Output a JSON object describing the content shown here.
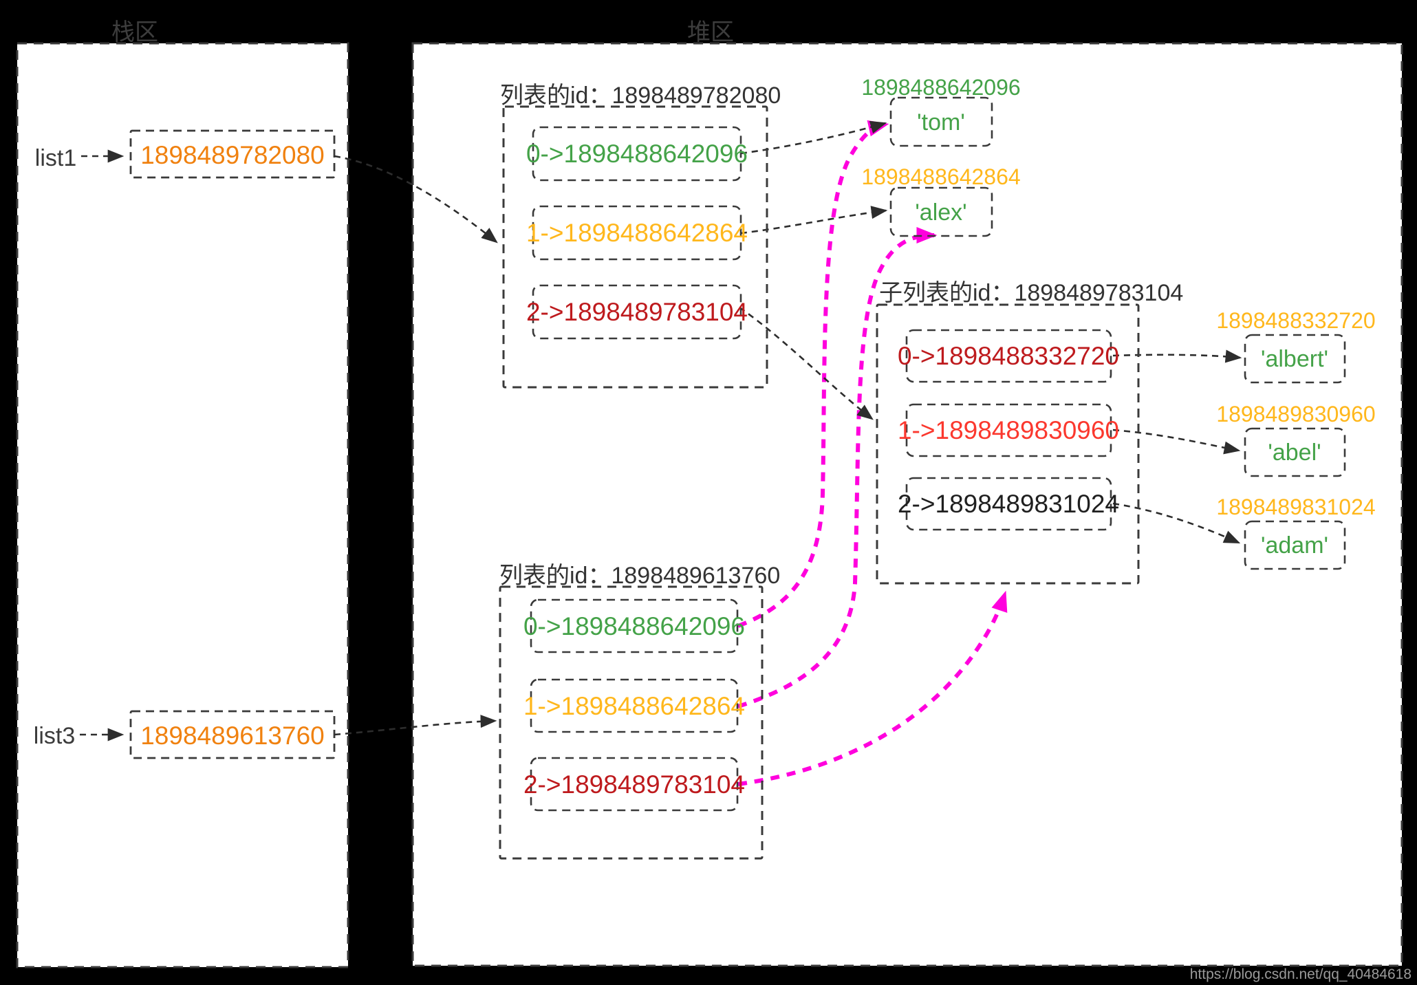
{
  "stack": {
    "title": "栈区",
    "vars": [
      {
        "name": "list1",
        "address": "1898489782080"
      },
      {
        "name": "list3",
        "address": "1898489613760"
      }
    ]
  },
  "heap": {
    "title": "堆区",
    "list1": {
      "title": "列表的id：1898489782080",
      "items": [
        "0->1898488642096",
        "1->1898488642864",
        "2->1898489783104"
      ]
    },
    "list3": {
      "title": "列表的id：1898489613760",
      "items": [
        "0->1898488642096",
        "1->1898488642864",
        "2->1898489783104"
      ]
    },
    "sublist": {
      "title": "子列表的id：1898489783104",
      "items": [
        "0->1898488332720",
        "1->1898489830960",
        "2->1898489831024"
      ]
    },
    "objects": {
      "tom": {
        "id": "1898488642096",
        "value": "'tom'"
      },
      "alex": {
        "id": "1898488642864",
        "value": "'alex'"
      },
      "albert": {
        "id": "1898488332720",
        "value": "'albert'"
      },
      "abel": {
        "id": "1898489830960",
        "value": "'abel'"
      },
      "adam": {
        "id": "1898489831024",
        "value": "'adam'"
      }
    }
  },
  "watermark": "https://blog.csdn.net/qq_40484618",
  "colors": {
    "background": "#000000",
    "panel": "#ffffff",
    "border": "#3a3a3a",
    "arrow": "#2d2d2d",
    "reference_arrow": "#ff00dd",
    "stack_address": "#f0810f",
    "heap_id_label": "#ffb71c",
    "string_value": "#44a248",
    "item_green": "#44a248",
    "item_amber": "#ffb71c",
    "item_dark_red": "#be1a1d",
    "item_bright_red": "#fb382e",
    "item_black": "#1f1f1f",
    "watermark": "#9a9a9a"
  }
}
